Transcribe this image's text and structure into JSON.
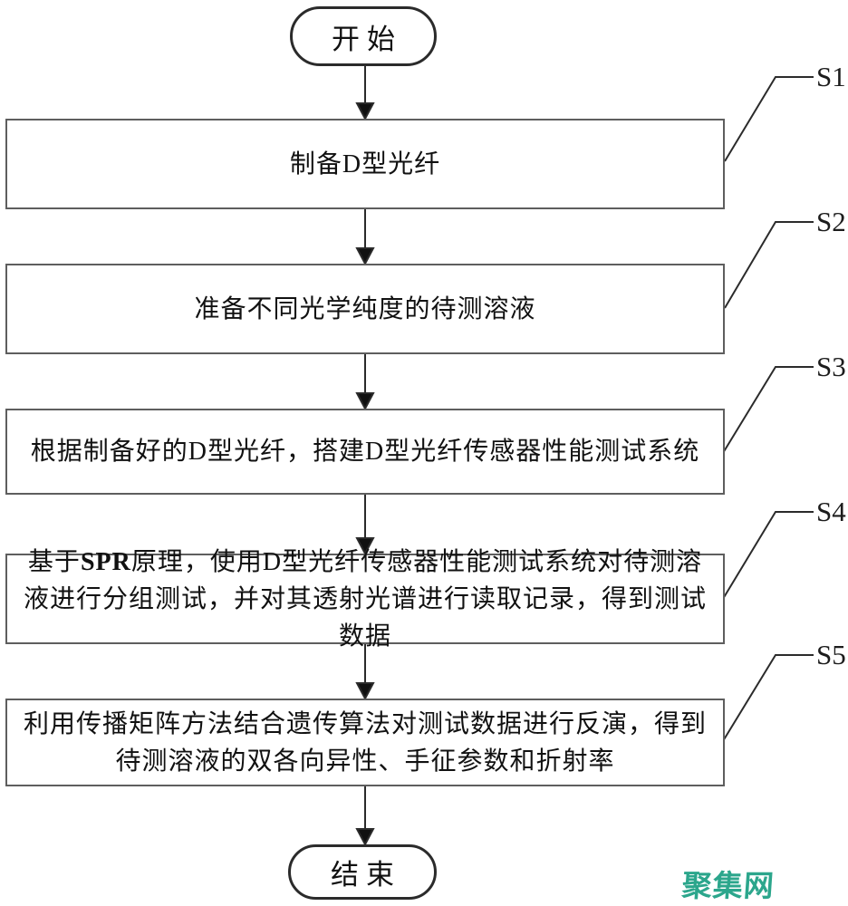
{
  "flowchart": {
    "title_implicit": "",
    "start": {
      "label": "开始"
    },
    "end": {
      "label": "结束"
    },
    "steps": [
      {
        "id": "S1",
        "text": "制备D型光纤"
      },
      {
        "id": "S2",
        "text": "准备不同光学纯度的待测溶液"
      },
      {
        "id": "S3",
        "text": "根据制备好的D型光纤，搭建D型光纤传感器性能测试系统"
      },
      {
        "id": "S4",
        "prefix": "基于",
        "bold": "SPR",
        "suffix": "原理，使用D型光纤传感器性能测试系统对待测溶液进行分组测试，并对其透射光谱进行读取记录，得到测试数据"
      },
      {
        "id": "S5",
        "text": "利用传播矩阵方法结合遗传算法对测试数据进行反演，得到待测溶液的双各向异性、手征参数和折射率"
      }
    ]
  },
  "watermark": {
    "text": "聚集网",
    "color": "#2ca68c"
  }
}
